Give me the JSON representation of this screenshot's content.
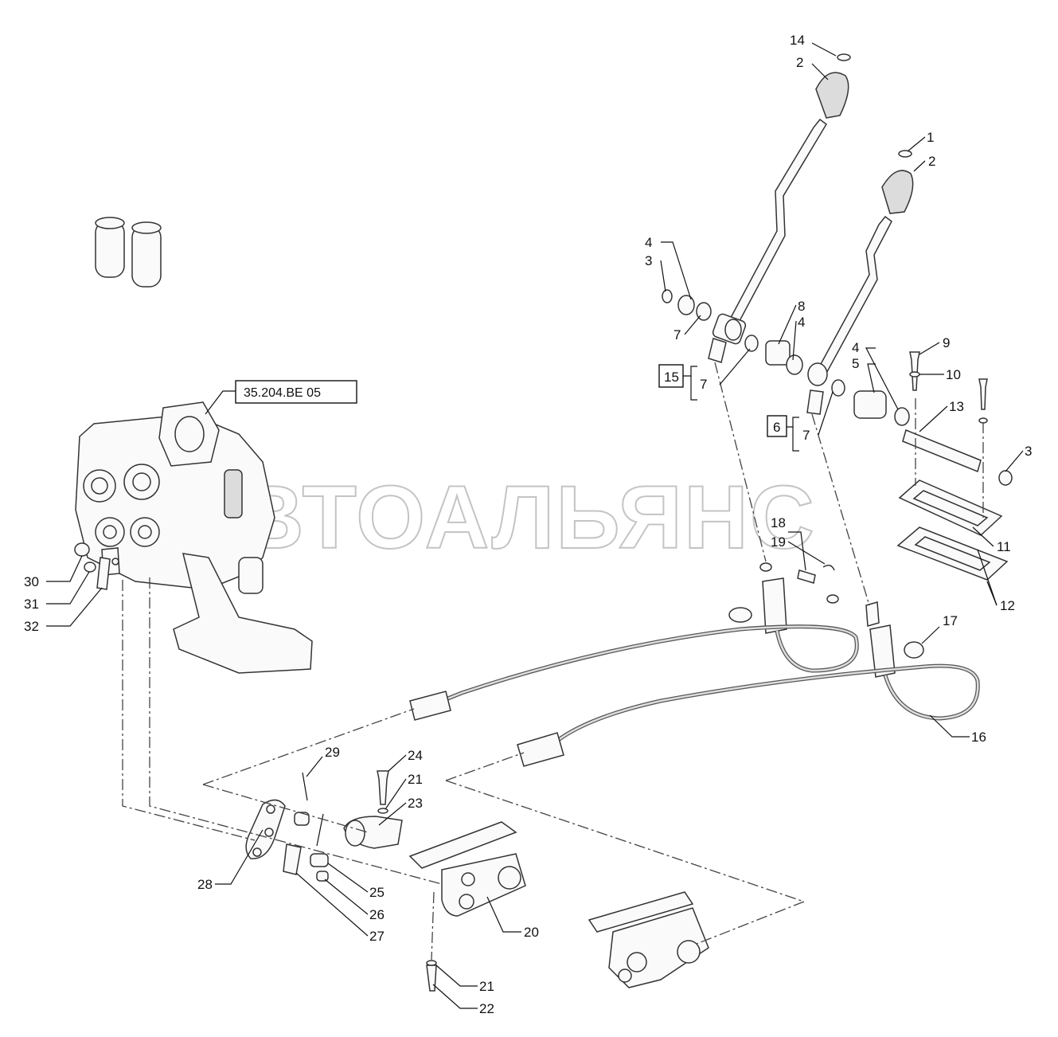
{
  "watermark": "АВТОАЛЬЯНС",
  "reference_box": "35.204.BE 05",
  "boxed_labels": [
    "15",
    "6"
  ],
  "part_labels": {
    "p14": "14",
    "p2a": "2",
    "p1": "1",
    "p2b": "2",
    "p4a": "4",
    "p3a": "3",
    "p7a": "7",
    "p8": "8",
    "p4b": "4",
    "p7b": "7",
    "p7c": "7",
    "p4c": "4",
    "p5": "5",
    "p9": "9",
    "p10": "10",
    "p13": "13",
    "p3b": "3",
    "p11": "11",
    "p12": "12",
    "p18": "18",
    "p19": "19",
    "p17": "17",
    "p16": "16",
    "p30": "30",
    "p31": "31",
    "p32": "32",
    "p29": "29",
    "p24": "24",
    "p21a": "21",
    "p23": "23",
    "p28": "28",
    "p25": "25",
    "p26": "26",
    "p27": "27",
    "p20": "20",
    "p21b": "21",
    "p22": "22"
  }
}
